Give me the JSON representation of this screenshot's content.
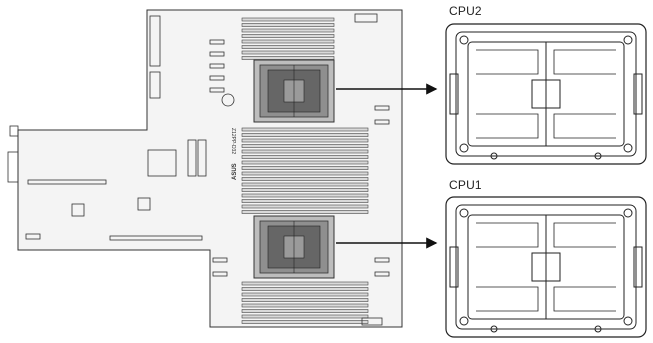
{
  "board": {
    "model_label": "Z12PP-D32",
    "brand_label": "ASUS"
  },
  "callouts": [
    {
      "label": "CPU2"
    },
    {
      "label": "CPU1"
    }
  ]
}
